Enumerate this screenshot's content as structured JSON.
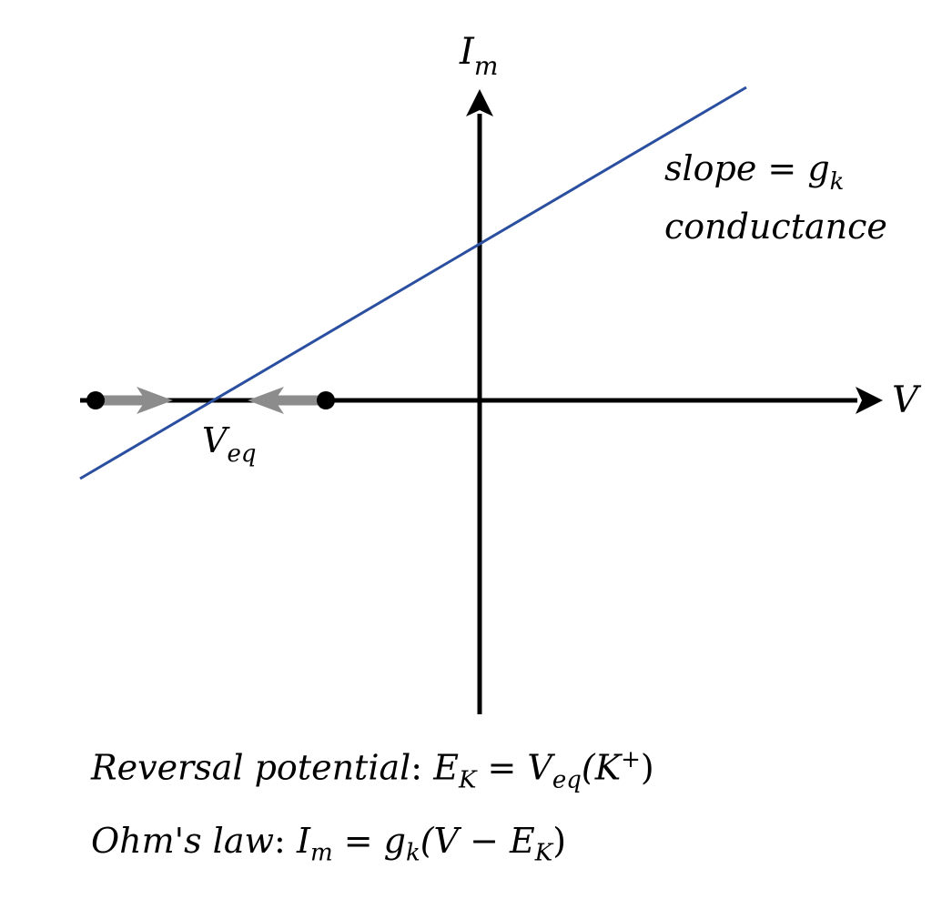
{
  "diagram": {
    "y_axis_label": {
      "base": "I",
      "sub": "m"
    },
    "x_axis_label": "V",
    "line_label_line1": {
      "text": "slope = g",
      "sub": "k"
    },
    "line_label_line2": "conductance",
    "equilibrium_label": {
      "base": "V",
      "sub": "eq"
    },
    "colors": {
      "axes": "#000000",
      "line": "#2b4fa0",
      "arrows": "#8c8c8c",
      "dots": "#000000"
    }
  },
  "equations": {
    "reversal": {
      "label": "Reversal potential",
      "colon": ":",
      "lhs_base": "E",
      "lhs_sub": "K",
      "equals": "=",
      "rhs_base": "V",
      "rhs_sub": "eq",
      "rhs_arg_open": "(K",
      "rhs_arg_sup": "+",
      "rhs_arg_close": ")"
    },
    "ohm": {
      "label": "Ohm's law",
      "colon": ":",
      "lhs_base": "I",
      "lhs_sub": "m",
      "equals": "=",
      "g_base": "g",
      "g_sub": "k",
      "open": "(V − E",
      "e_sub": "K",
      "close": ")"
    }
  }
}
